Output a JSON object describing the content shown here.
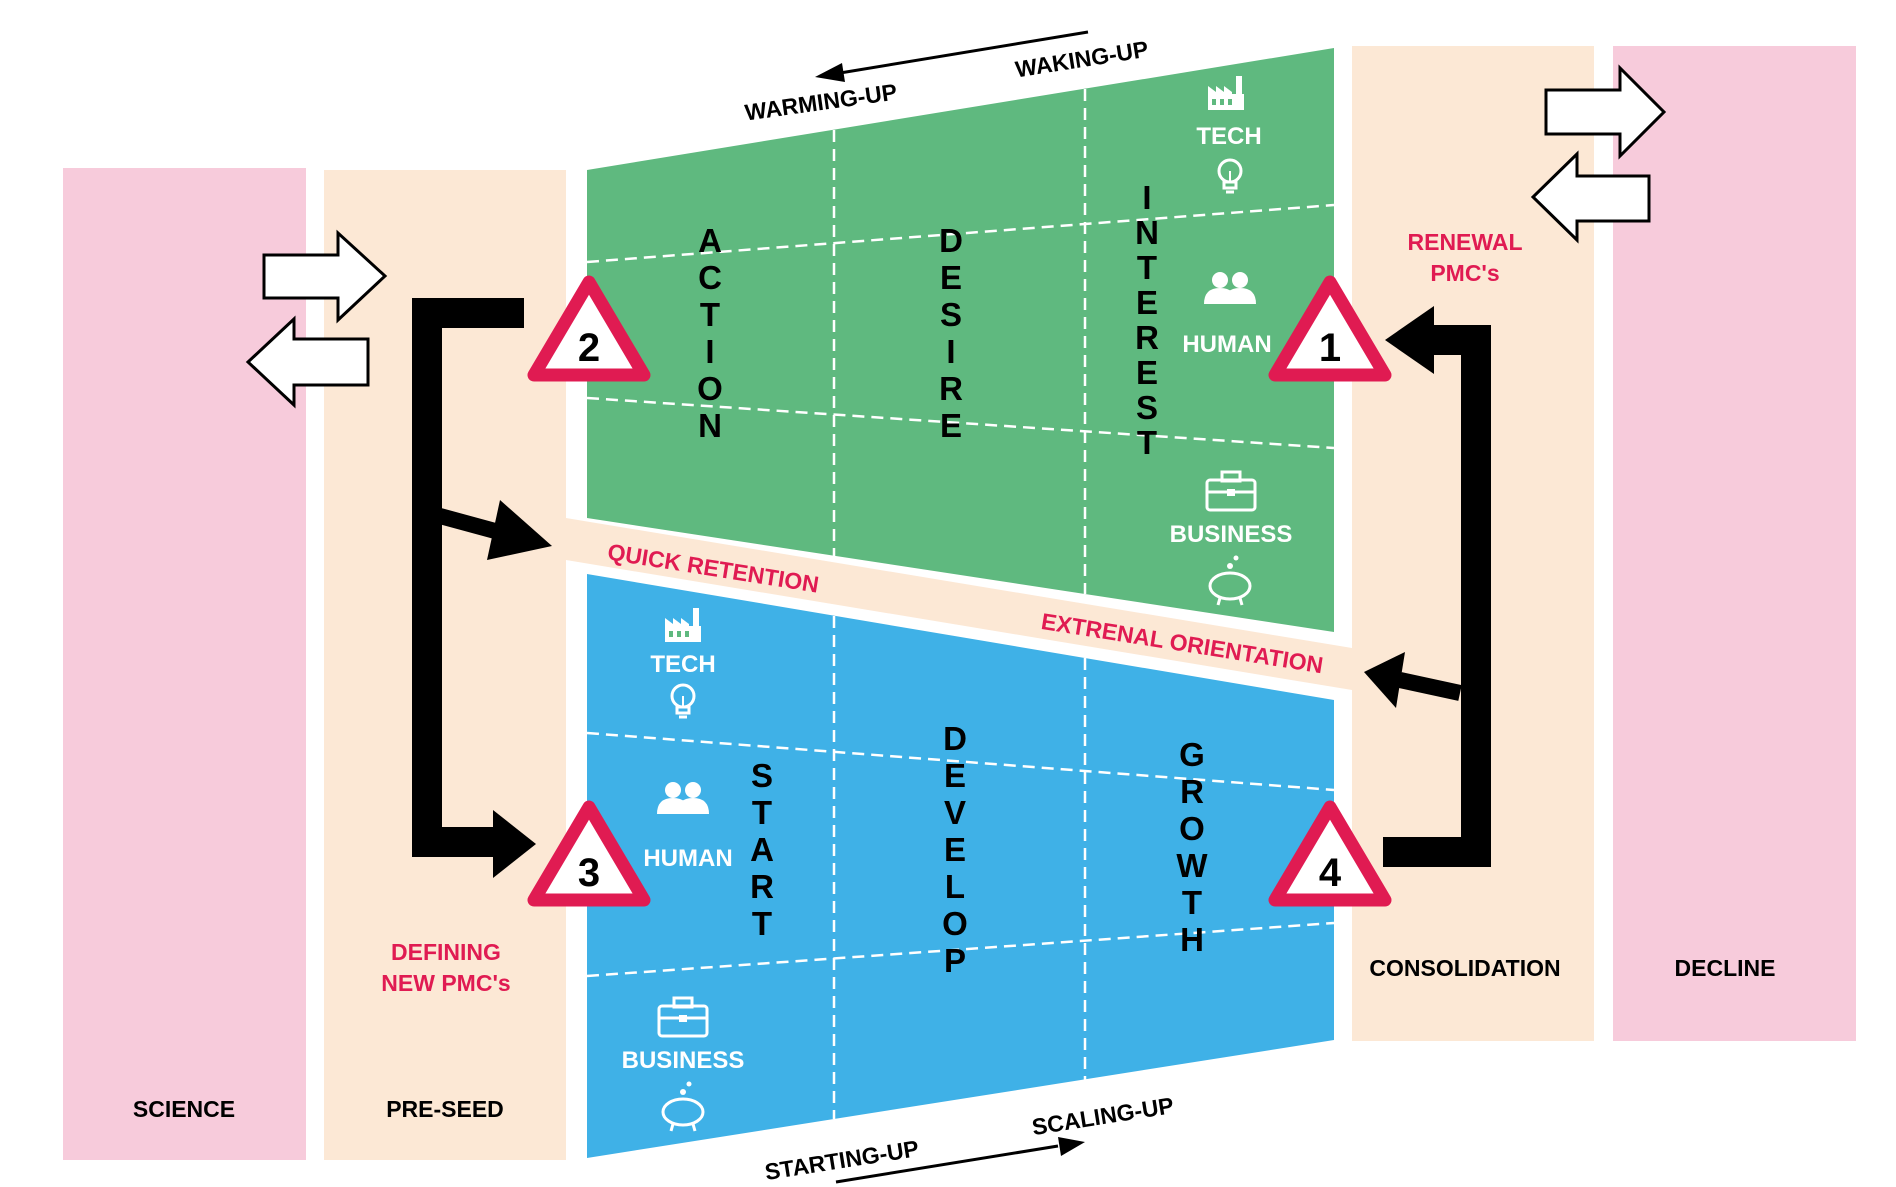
{
  "colors": {
    "pink": "#f7cbdb",
    "peach": "#fce8d5",
    "green": "#5fb97f",
    "blue": "#3fb1e7",
    "accent_red": "#e01b52",
    "black": "#000000",
    "white": "#ffffff"
  },
  "columns": {
    "science": "SCIENCE",
    "pre_seed": "PRE-SEED",
    "consolidation": "CONSOLIDATION",
    "decline": "DECLINE"
  },
  "top_arrow": {
    "left_label": "WARMING-UP",
    "right_label": "WAKING-UP"
  },
  "bottom_arrow": {
    "left_label": "STARTING-UP",
    "right_label": "SCALING-UP"
  },
  "green_block": {
    "words": [
      "ACTION",
      "DESIRE",
      "INTEREST"
    ],
    "dimensions": {
      "tech": "TECH",
      "human": "HUMAN",
      "business": "BUSINESS"
    },
    "icons": [
      "factory-icon",
      "lightbulb-icon",
      "people-icon",
      "briefcase-icon",
      "piggy-bank-icon"
    ]
  },
  "blue_block": {
    "words": [
      "START",
      "DEVELOP",
      "GROWTH"
    ],
    "dimensions": {
      "tech": "TECH",
      "human": "HUMAN",
      "business": "BUSINESS"
    },
    "icons": [
      "factory-icon",
      "lightbulb-icon",
      "people-icon",
      "briefcase-icon",
      "piggy-bank-icon"
    ]
  },
  "band": {
    "left_label": "QUICK RETENTION",
    "right_label": "EXTRENAL ORIENTATION"
  },
  "pink_labels": {
    "renewal": [
      "RENEWAL",
      "PMC's"
    ],
    "defining": [
      "DEFINING",
      "NEW PMC's"
    ]
  },
  "warnings": [
    "1",
    "2",
    "3",
    "4"
  ]
}
